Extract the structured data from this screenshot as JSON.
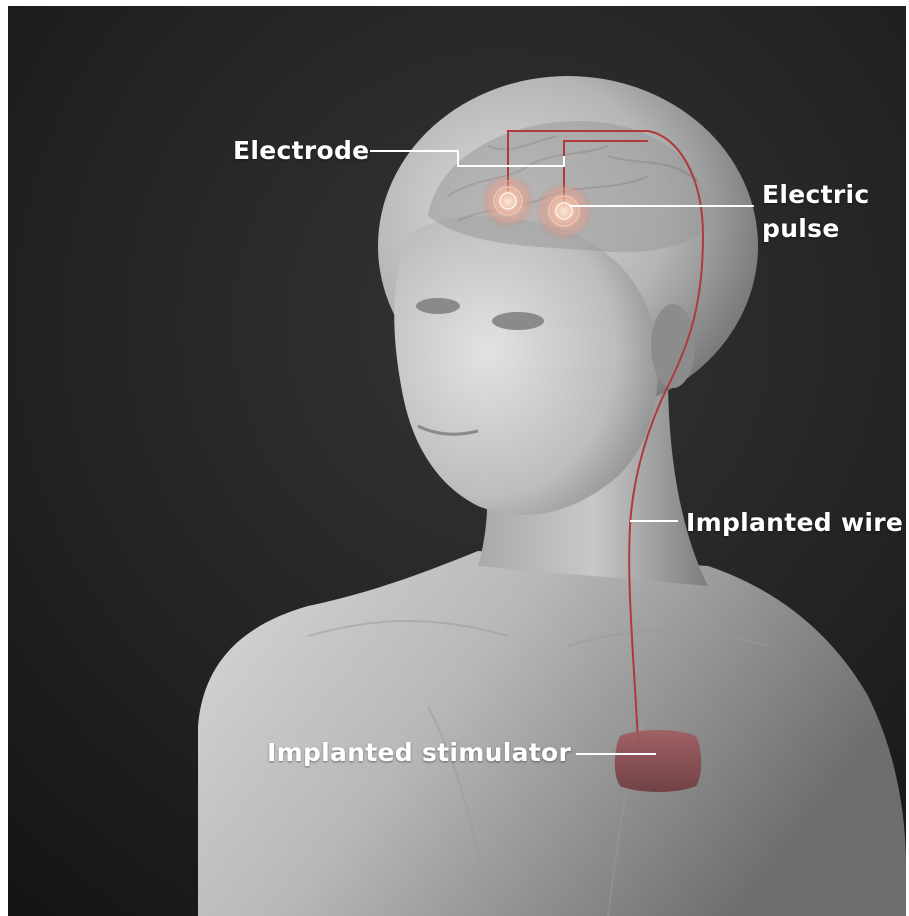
{
  "diagram": {
    "labels": {
      "electrode": "Electrode",
      "electric_pulse_line1": "Electric",
      "electric_pulse_line2": "pulse",
      "implanted_wire": "Implanted wire",
      "implanted_stimulator": "Implanted stimulator"
    },
    "colors": {
      "background": "#1e1e1e",
      "skin": "#bcbcbc",
      "wire": "#b03a3a",
      "stimulator": "#8a4a4e",
      "leader_line": "#ffffff",
      "label_text": "#ffffff"
    }
  }
}
